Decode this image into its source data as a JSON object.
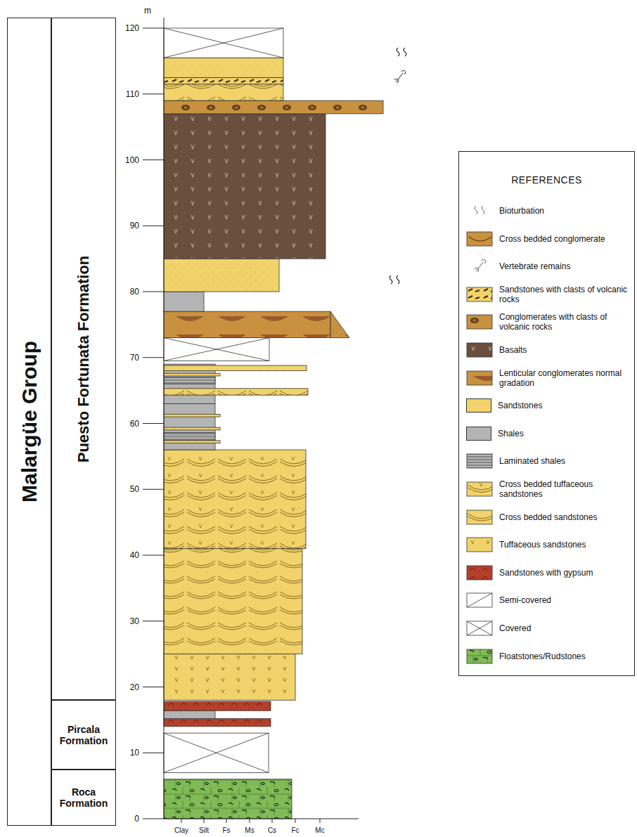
{
  "diagram": {
    "nodes": [
      {
        "text": [
          "Malargüe Group"
        ]
      },
      {
        "text": [
          "Puesto Fortunata Formation"
        ]
      },
      {
        "text": [
          "Pircala Formation"
        ]
      },
      {
        "text": [
          "Roca Formation"
        ]
      },
      {
        "text": [
          "REFERENCES"
        ]
      }
    ],
    "labels": [
      "m",
      "120",
      "110",
      "100",
      "90",
      "80",
      "70",
      "60",
      "50",
      "40",
      "30",
      "20",
      "10",
      "0",
      "Clay",
      "Silt",
      "Fs",
      "Ms",
      "Cs",
      "Fc",
      "Mc"
    ],
    "legend": [
      {
        "text": "Bioturbation"
      },
      {
        "text": "Cross bedded conglomerate"
      },
      {
        "text": "Vertebrate remains"
      },
      {
        "text": "Sandstones with clasts of volcanic rocks"
      },
      {
        "text": "Conglomerates with clasts of volcanic rocks"
      },
      {
        "text": "Basalts"
      },
      {
        "text": "Lenticular conglomerates normal gradation"
      },
      {
        "text": "Sandstones",
        "color": "#f2d36b"
      },
      {
        "text": "Shales",
        "color": "#b4b4b4"
      },
      {
        "text": "Laminated shales"
      },
      {
        "text": "Cross bedded tuffaceous sandstones"
      },
      {
        "text": "Cross bedded sandstones"
      },
      {
        "text": "Tuffaceous sandstones"
      },
      {
        "text": "Sandstones with gypsum"
      },
      {
        "text": "Semi-covered"
      },
      {
        "text": "Covered"
      },
      {
        "text": "Floatstones/Rudstones"
      }
    ]
  }
}
